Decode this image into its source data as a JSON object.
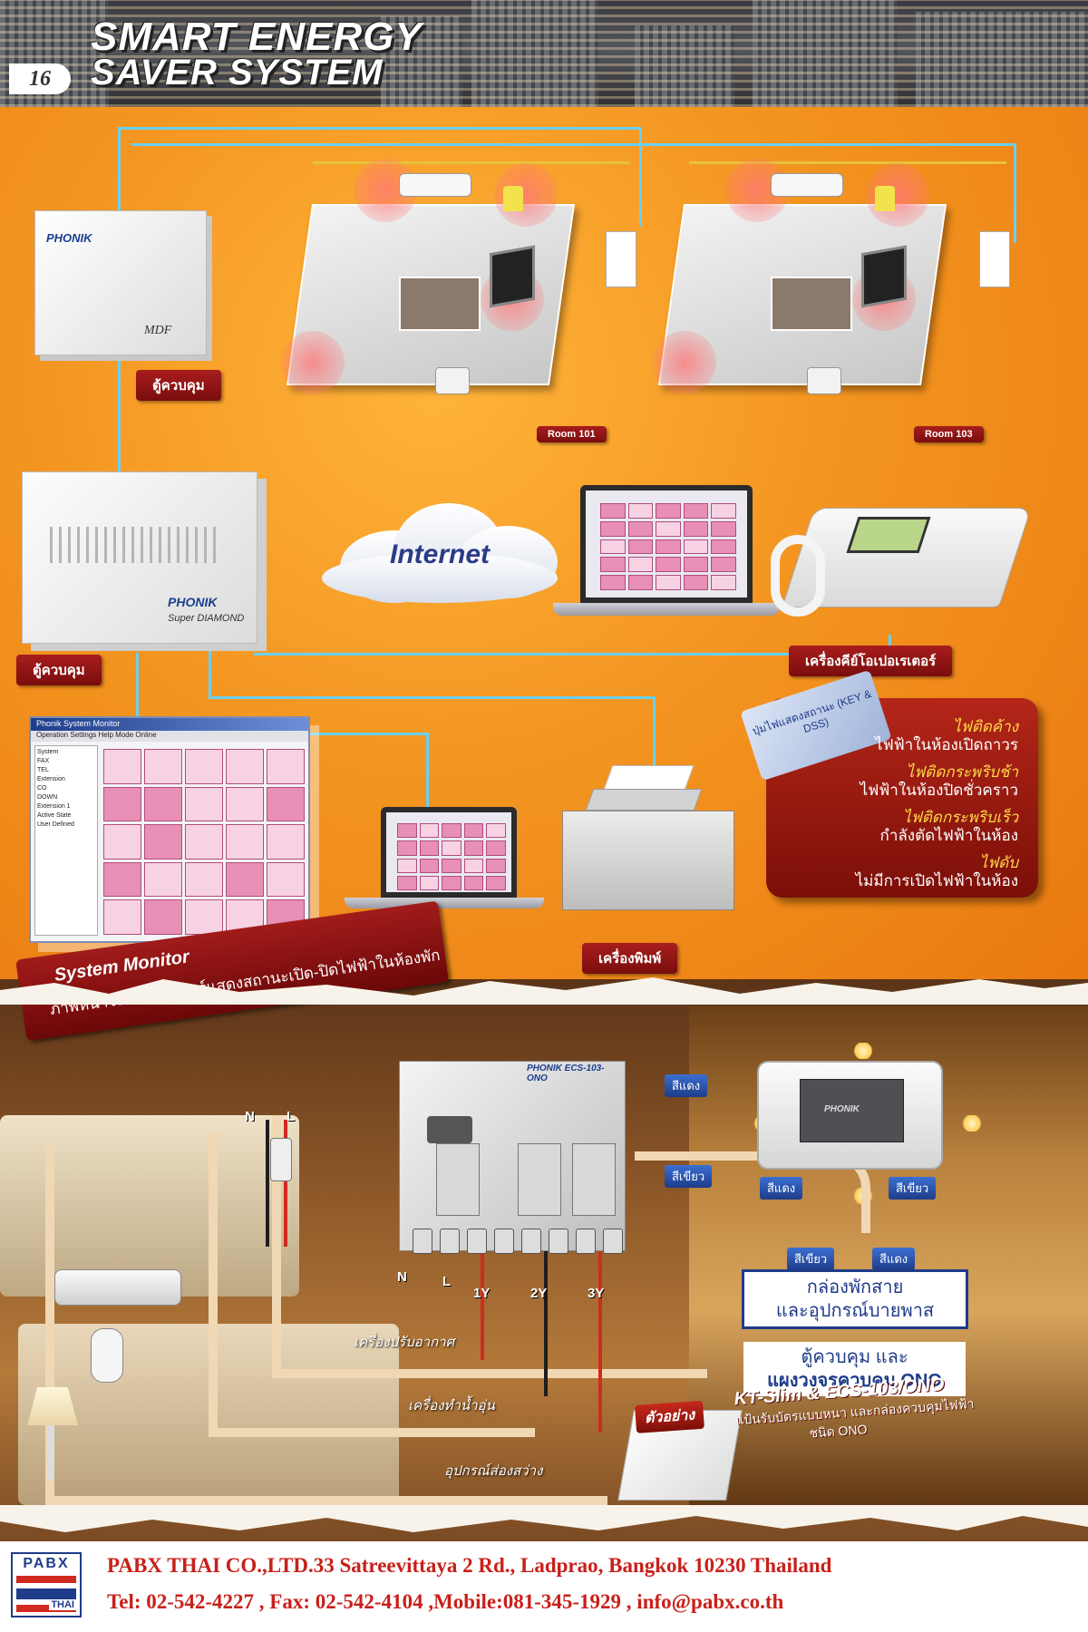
{
  "header": {
    "title_line1": "SMART ENERGY",
    "title_line2": "SAVER SYSTEM",
    "page_number": "16"
  },
  "top_section": {
    "mdf_brand": "PHONIK",
    "mdf_text": "MDF",
    "mdf_caption": "ตู้ควบคุม",
    "rooms": [
      {
        "label": "Room 101"
      },
      {
        "label": "Room 103"
      }
    ]
  },
  "middle_section": {
    "pbx_brand": "PHONIK",
    "pbx_model": "Super DIAMOND",
    "pbx_caption": "ตู้ควบคุม",
    "cloud_text": "Internet",
    "keyphone_caption": "เครื่องคีย์โอเปอเรเตอร์",
    "printer_caption": "เครื่องพิมพ์",
    "monitor_window_title": "Phonik System Monitor",
    "monitor_menu": "Operation   Settings   Help   Mode   Online",
    "monitor_tree": [
      "System",
      "FAX",
      "TEL",
      "Extension",
      "CO",
      "DOWN",
      "Extension 1",
      "Active State",
      "User Defined"
    ]
  },
  "status_panel": {
    "badge": "ปุ่มไฟแสดงสถานะ (KEY & DSS)",
    "items": [
      {
        "state": "ไฟติดค้าง",
        "meaning": "ไฟฟ้าในห้องเปิดถาวร"
      },
      {
        "state": "ไฟติดกระพริบช้า",
        "meaning": "ไฟฟ้าในห้องปิดชั่วคราว"
      },
      {
        "state": "ไฟติดกระพริบเร็ว",
        "meaning": "กำลังตัดไฟฟ้าในห้อง"
      },
      {
        "state": "ไฟดับ",
        "meaning": "ไม่มีการเปิดไฟฟ้าในห้อง"
      }
    ]
  },
  "system_monitor": {
    "heading": "System Monitor",
    "subheading": "ภาพหน้าจอคอมพิวเตอร์แสดงสถานะเปิด-ปิดไฟฟ้าในห้องพัก"
  },
  "wiring": {
    "board_brand": "PHONIK ECS-103-ONO",
    "terminals_left": [
      "N",
      "L"
    ],
    "terminals_bottom": [
      "N",
      "L",
      "1Y",
      "2Y",
      "3Y"
    ],
    "wire_red_label": "สีแดง",
    "wire_green_label": "สีเขียว",
    "box_brand": "PHONIK",
    "box_wire_left": "สีแดง",
    "box_wire_right": "สีเขียว",
    "junction_left": "สีเขียว",
    "junction_right": "สีแดง",
    "junction_box_line1": "กล่องพักสาย",
    "junction_box_line2": "และอุปกรณ์บายพาส",
    "control_line1": "ตู้ควบคุม และ",
    "control_line2": "แผงวงจรควบคุม ONO",
    "load_ac": "เครื่องปรับอากาศ",
    "load_heater": "เครื่องทำน้ำอุ่น",
    "load_light": "อุปกรณ์ส่องสว่าง",
    "sample_badge": "ตัวอย่าง",
    "sample_title": "KT-Slim & ECS-103/ONO",
    "sample_sub1": "แป้นรับบัตรแบบหนา และกล่องควบคุมไฟฟ้า",
    "sample_sub2": "ชนิด ONO"
  },
  "footer": {
    "logo_top": "PABX",
    "logo_bottom": "THAI",
    "line1": "PABX THAI CO.,LTD.33 Satreevittaya 2 Rd., Ladprao, Bangkok 10230 Thailand",
    "line2": "Tel: 02-542-4227 , Fax: 02-542-4104 ,Mobile:081-345-1929 , info@pabx.co.th"
  },
  "colors": {
    "orange": "#f39420",
    "wire_cyan": "#6ad0f0",
    "wire_yellow": "#e8c23a",
    "label_red": "#a81d1d",
    "text_blue": "#1e3c8a",
    "footer_red": "#c8201a"
  }
}
